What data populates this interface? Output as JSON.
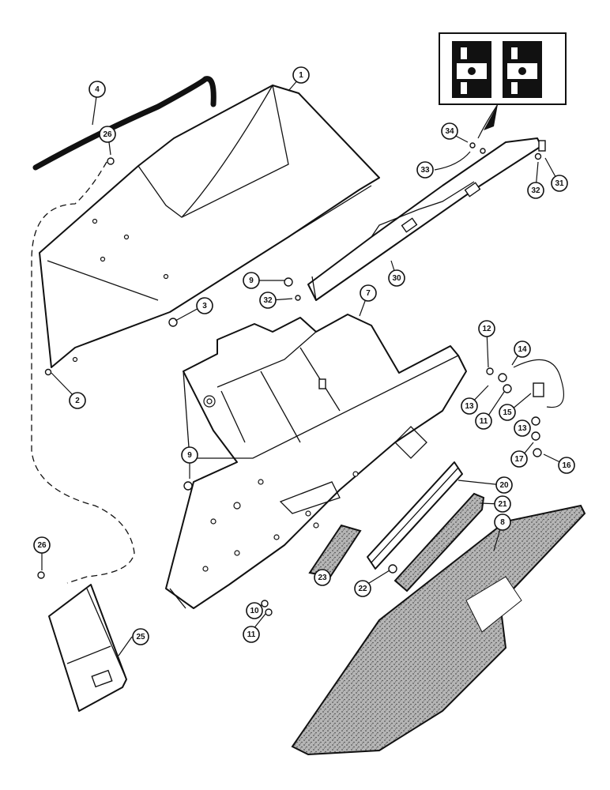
{
  "callouts": [
    {
      "id": "c1",
      "label": "1"
    },
    {
      "id": "c2",
      "label": "2"
    },
    {
      "id": "c3",
      "label": "3"
    },
    {
      "id": "c4",
      "label": "4"
    },
    {
      "id": "c7",
      "label": "7"
    },
    {
      "id": "c8",
      "label": "8"
    },
    {
      "id": "c9a",
      "label": "9"
    },
    {
      "id": "c9b",
      "label": "9"
    },
    {
      "id": "c10",
      "label": "10"
    },
    {
      "id": "c11a",
      "label": "11"
    },
    {
      "id": "c11b",
      "label": "11"
    },
    {
      "id": "c12",
      "label": "12"
    },
    {
      "id": "c13a",
      "label": "13"
    },
    {
      "id": "c13b",
      "label": "13"
    },
    {
      "id": "c14",
      "label": "14"
    },
    {
      "id": "c15",
      "label": "15"
    },
    {
      "id": "c16",
      "label": "16"
    },
    {
      "id": "c17",
      "label": "17"
    },
    {
      "id": "c20",
      "label": "20"
    },
    {
      "id": "c21",
      "label": "21"
    },
    {
      "id": "c22",
      "label": "22"
    },
    {
      "id": "c23",
      "label": "23"
    },
    {
      "id": "c25",
      "label": "25"
    },
    {
      "id": "c26a",
      "label": "26"
    },
    {
      "id": "c26b",
      "label": "26"
    },
    {
      "id": "c30",
      "label": "30"
    },
    {
      "id": "c31",
      "label": "31"
    },
    {
      "id": "c32a",
      "label": "32"
    },
    {
      "id": "c32b",
      "label": "32"
    },
    {
      "id": "c33",
      "label": "33"
    },
    {
      "id": "c34",
      "label": "34"
    }
  ],
  "colors": {
    "line": "#111111",
    "paper": "#ffffff",
    "gasket_fill": "#9a9a9a"
  }
}
